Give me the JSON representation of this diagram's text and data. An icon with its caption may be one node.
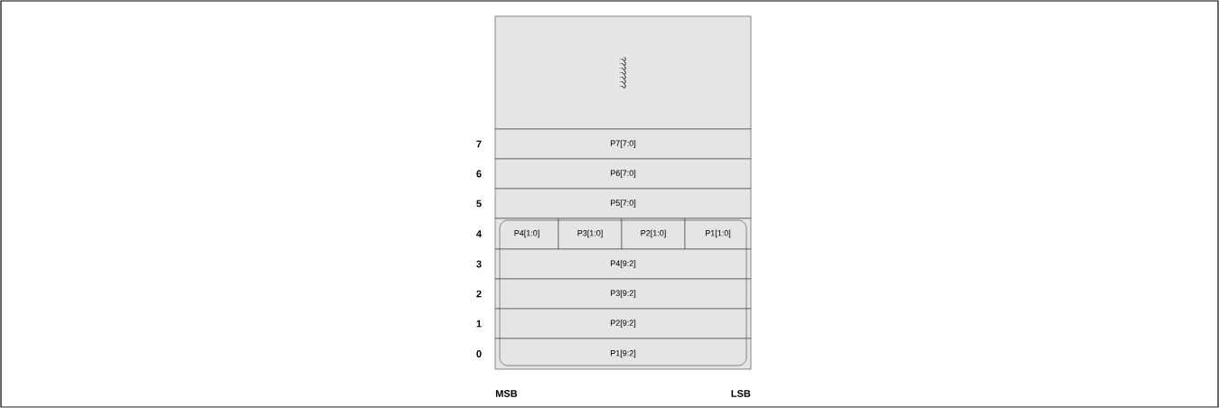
{
  "diagram": {
    "nodes": [
      {
        "text": [
          "???????"
        ]
      },
      {
        "text": [
          "P7[7:0]"
        ]
      },
      {
        "text": [
          "P6[7:0]"
        ]
      },
      {
        "text": [
          "P5[7:0]"
        ]
      },
      {
        "text": [
          "P4[1:0]"
        ]
      },
      {
        "text": [
          "P3[1:0]"
        ]
      },
      {
        "text": [
          "P2[1:0]"
        ]
      },
      {
        "text": [
          "P1[1:0]"
        ]
      },
      {
        "text": [
          "P4[9:2]"
        ]
      },
      {
        "text": [
          "P3[9:2]"
        ]
      },
      {
        "text": [
          "P2[9:2]"
        ]
      },
      {
        "text": [
          "P1[9:2]"
        ]
      }
    ],
    "labels": [
      "7",
      "6",
      "5",
      "4",
      "3",
      "2",
      "1",
      "0",
      "MSB",
      "LSB"
    ]
  }
}
